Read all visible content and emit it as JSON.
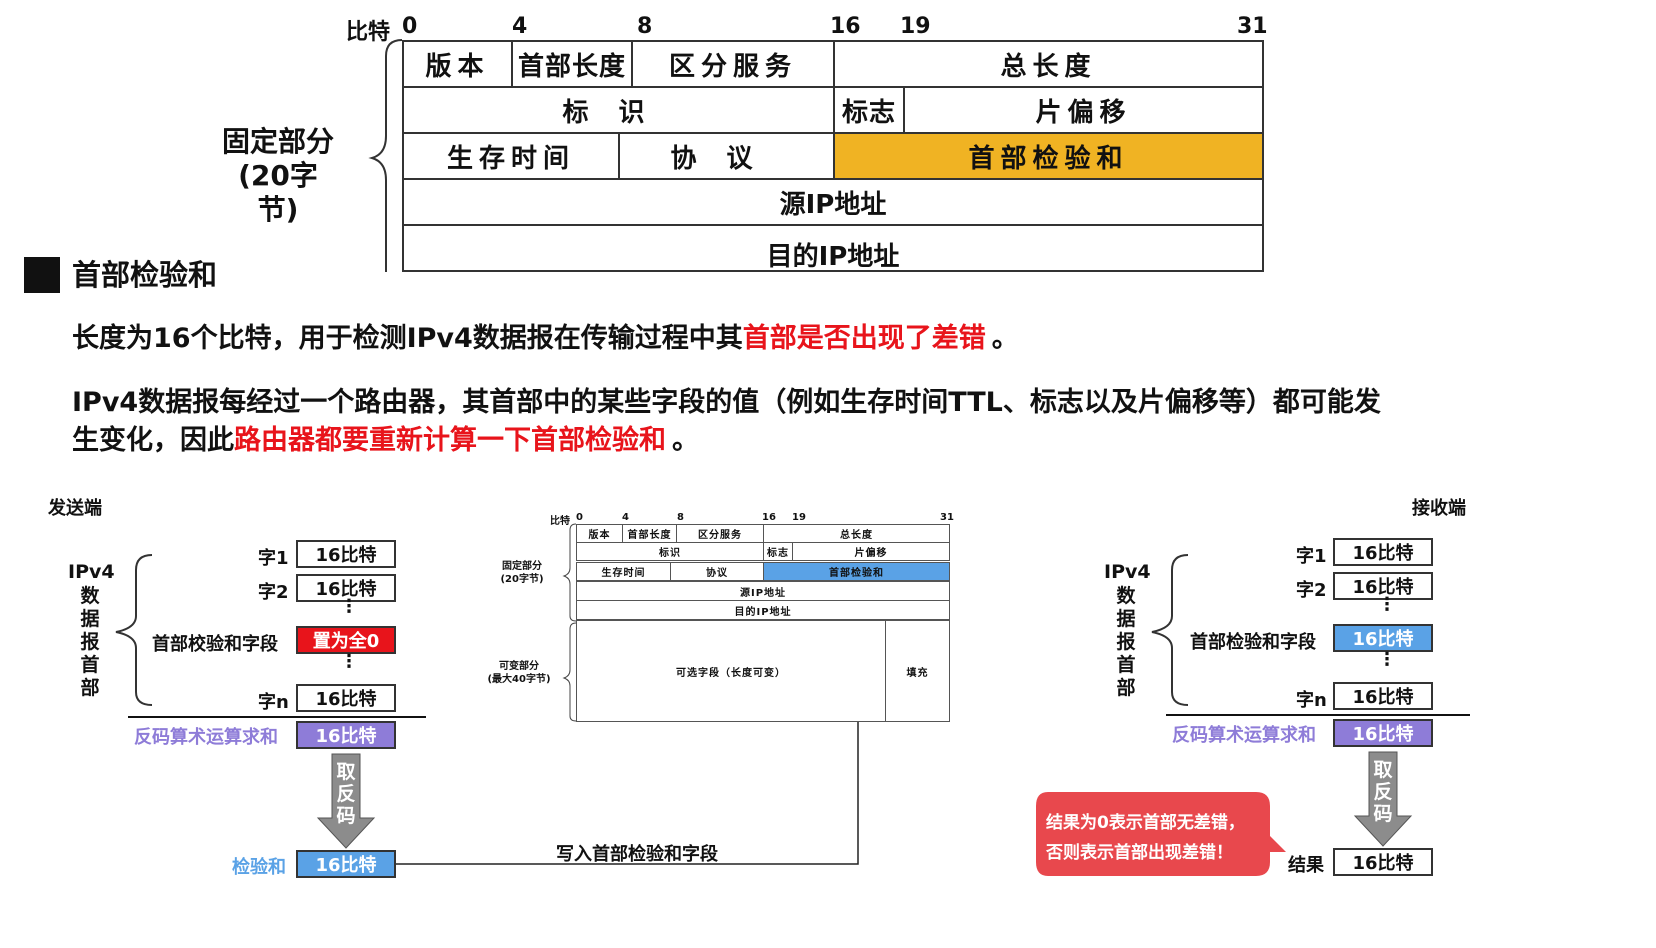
{
  "top_header": {
    "bit_label": "比特",
    "bit_marks": [
      "0",
      "4",
      "8",
      "16",
      "19",
      "31"
    ],
    "fixed_part_label": "固定部分",
    "fixed_part_size": "(20字节)",
    "rows": [
      [
        "版本",
        "首部长度",
        "区分服务",
        "总长度"
      ],
      [
        "标识",
        "标志",
        "片偏移"
      ],
      [
        "生存时间",
        "协议",
        "首部检验和"
      ],
      [
        "源IP地址"
      ],
      [
        "目的IP地址"
      ]
    ],
    "highlight_color": "#f0b323"
  },
  "section": {
    "title": "首部检验和",
    "para1_plain": "长度为16个比特，用于检测IPv4数据报在传输过程中其",
    "para1_red": "首部是否出现了差错",
    "para1_end": "。",
    "para2_line1": "IPv4数据报每经过一个路由器，其首部中的某些字段的值（例如生存时间TTL、标志以及片偏移等）都可能发",
    "para2_line2_plain": "生变化，因此",
    "para2_line2_red": "路由器都要重新计算一下首部检验和",
    "para2_line2_end": "。"
  },
  "sender": {
    "title": "发送端",
    "side_label": [
      "IPv4",
      "数",
      "据",
      "报",
      "首",
      "部"
    ],
    "word1_label": "字1",
    "word2_label": "字2",
    "checksum_field_label": "首部校验和字段",
    "wordn_label": "字n",
    "value": "16比特",
    "set_zero": "置为全0",
    "sum_label": "反码算术运算求和",
    "complement": [
      "取",
      "反",
      "码"
    ],
    "checksum_label": "检验和",
    "write_label": "写入首部检验和字段",
    "colors": {
      "set_zero": "#e8141b",
      "sum": "#8e7cd8",
      "checksum": "#5aa2e6"
    }
  },
  "receiver": {
    "title": "接收端",
    "side_label": [
      "IPv4",
      "数",
      "据",
      "报",
      "首",
      "部"
    ],
    "word1_label": "字1",
    "word2_label": "字2",
    "checksum_field_label": "首部检验和字段",
    "wordn_label": "字n",
    "value": "16比特",
    "sum_label": "反码算术运算求和",
    "complement": [
      "取",
      "反",
      "码"
    ],
    "result_label": "结果",
    "callout_line1": "结果为0表示首部无差错，",
    "callout_line2": "否则表示首部出现差错！",
    "callout_color": "#e8484d"
  },
  "mini_header": {
    "bit_label": "比特",
    "bit_marks": [
      "0",
      "4",
      "8",
      "16",
      "19",
      "31"
    ],
    "fixed_part_label": "固定部分",
    "fixed_part_size": "(20字节)",
    "variable_part_label": "可变部分",
    "variable_part_size": "(最大40字节)",
    "rows": [
      [
        "版本",
        "首部长度",
        "区分服务",
        "总长度"
      ],
      [
        "标识",
        "标志",
        "片偏移"
      ],
      [
        "生存时间",
        "协议",
        "首部检验和"
      ],
      [
        "源IP地址"
      ],
      [
        "目的IP地址"
      ]
    ],
    "options": "可选字段（长度可变）",
    "padding": "填充",
    "highlight_color": "#5aa2e6"
  }
}
